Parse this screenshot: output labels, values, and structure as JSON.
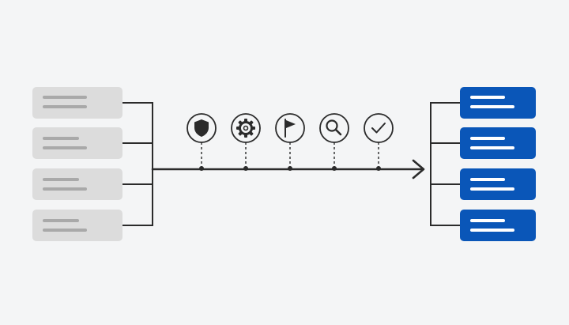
{
  "colors": {
    "background": "#f4f5f6",
    "input_card": "#dcdcdc",
    "input_line": "#a9a9a9",
    "output_card": "#0a56b8",
    "output_line": "#ffffff",
    "connector": "#2b2b2b",
    "icon_circle_fill": "#f4f5f6",
    "icon_glyph": "#2b2b2b",
    "stem": "#2b2b2b"
  },
  "inputs": {
    "count": 4,
    "state": "inactive"
  },
  "outputs": {
    "count": 4,
    "state": "active"
  },
  "pipeline": {
    "direction": "left-to-right",
    "steps": [
      {
        "icon": "shield-icon"
      },
      {
        "icon": "gear-icon"
      },
      {
        "icon": "flag-icon"
      },
      {
        "icon": "search-icon"
      },
      {
        "icon": "check-icon"
      }
    ]
  }
}
